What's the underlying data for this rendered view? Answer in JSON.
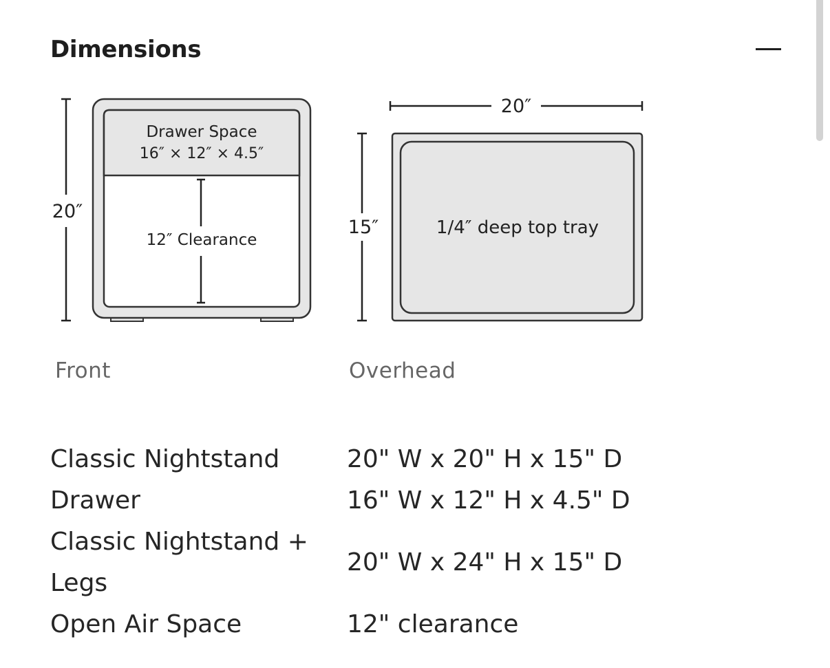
{
  "section": {
    "title": "Dimensions",
    "collapse_icon": "minus-icon"
  },
  "front_view": {
    "label": "Front",
    "height_label": "20″",
    "drawer_title": "Drawer Space",
    "drawer_size": "16″ × 12″ × 4.5″",
    "clearance_label": "12″ Clearance"
  },
  "overhead_view": {
    "label": "Overhead",
    "width_label": "20″",
    "depth_label": "15″",
    "tray_label": "1/4″ deep top tray"
  },
  "specs": [
    {
      "name": "Classic Nightstand",
      "value": "20\" W x 20\" H x 15\" D"
    },
    {
      "name": "Drawer",
      "value": "16\" W x 12\" H x 4.5\" D"
    },
    {
      "name": "Classic Nightstand + Legs",
      "value": "20\" W x 24\" H x 15\" D"
    },
    {
      "name": "Open Air Space",
      "value": "12\" clearance"
    }
  ],
  "colors": {
    "outline": "#333333",
    "fill_gray": "#e6e6e6",
    "text": "#222222",
    "label_gray": "#666666"
  }
}
